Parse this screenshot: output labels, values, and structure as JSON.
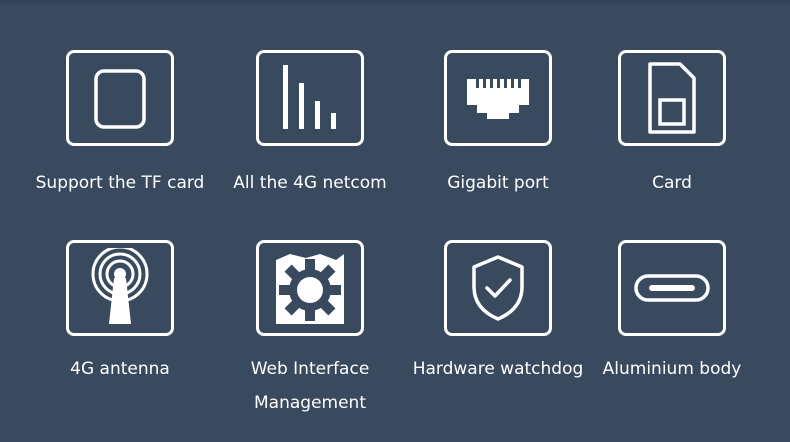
{
  "background_color": "#3a4a5e",
  "features": [
    {
      "label": "Support the TF card",
      "icon": "tf-card-icon"
    },
    {
      "label": "All the 4G netcom",
      "icon": "signal-bars-icon"
    },
    {
      "label": "Gigabit port",
      "icon": "ethernet-port-icon"
    },
    {
      "label": "Card",
      "icon": "sim-card-icon"
    },
    {
      "label": "4G antenna",
      "icon": "antenna-icon"
    },
    {
      "label": "Web Interface\nManagement",
      "icon": "gear-icon"
    },
    {
      "label": "Hardware watchdog",
      "icon": "shield-check-icon"
    },
    {
      "label": "Aluminium body",
      "icon": "usb-c-port-icon"
    }
  ]
}
